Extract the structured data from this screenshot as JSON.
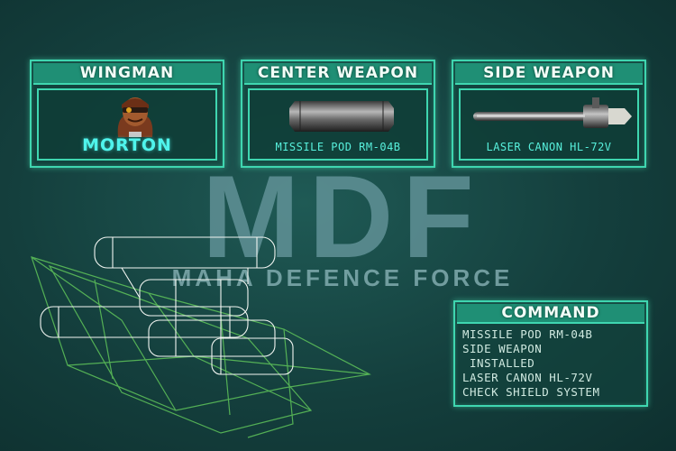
{
  "logo": {
    "main": "MDF",
    "sub": "MAHA DEFENCE FORCE"
  },
  "wingman": {
    "title": "Wingman",
    "name": "MORTON",
    "icon": "pilot-portrait-icon"
  },
  "center_weapon": {
    "title": "Center Weapon",
    "name": "MISSILE POD RM-04B",
    "icon": "missile-pod-icon"
  },
  "side_weapon": {
    "title": "Side Weapon",
    "name": "LASER CANON HL-72V",
    "icon": "laser-cannon-icon"
  },
  "command": {
    "title": "Command",
    "lines": [
      "MISSILE POD RM-04B",
      "SIDE WEAPON",
      " INSTALLED",
      "LASER CANON HL-72V",
      "CHECK SHIELD SYSTEM"
    ]
  },
  "colors": {
    "panel_border": "#3fd6b0",
    "title_bar": "#1f8f75",
    "highlight_text": "#4ff4ec",
    "background": "#143f3d"
  }
}
